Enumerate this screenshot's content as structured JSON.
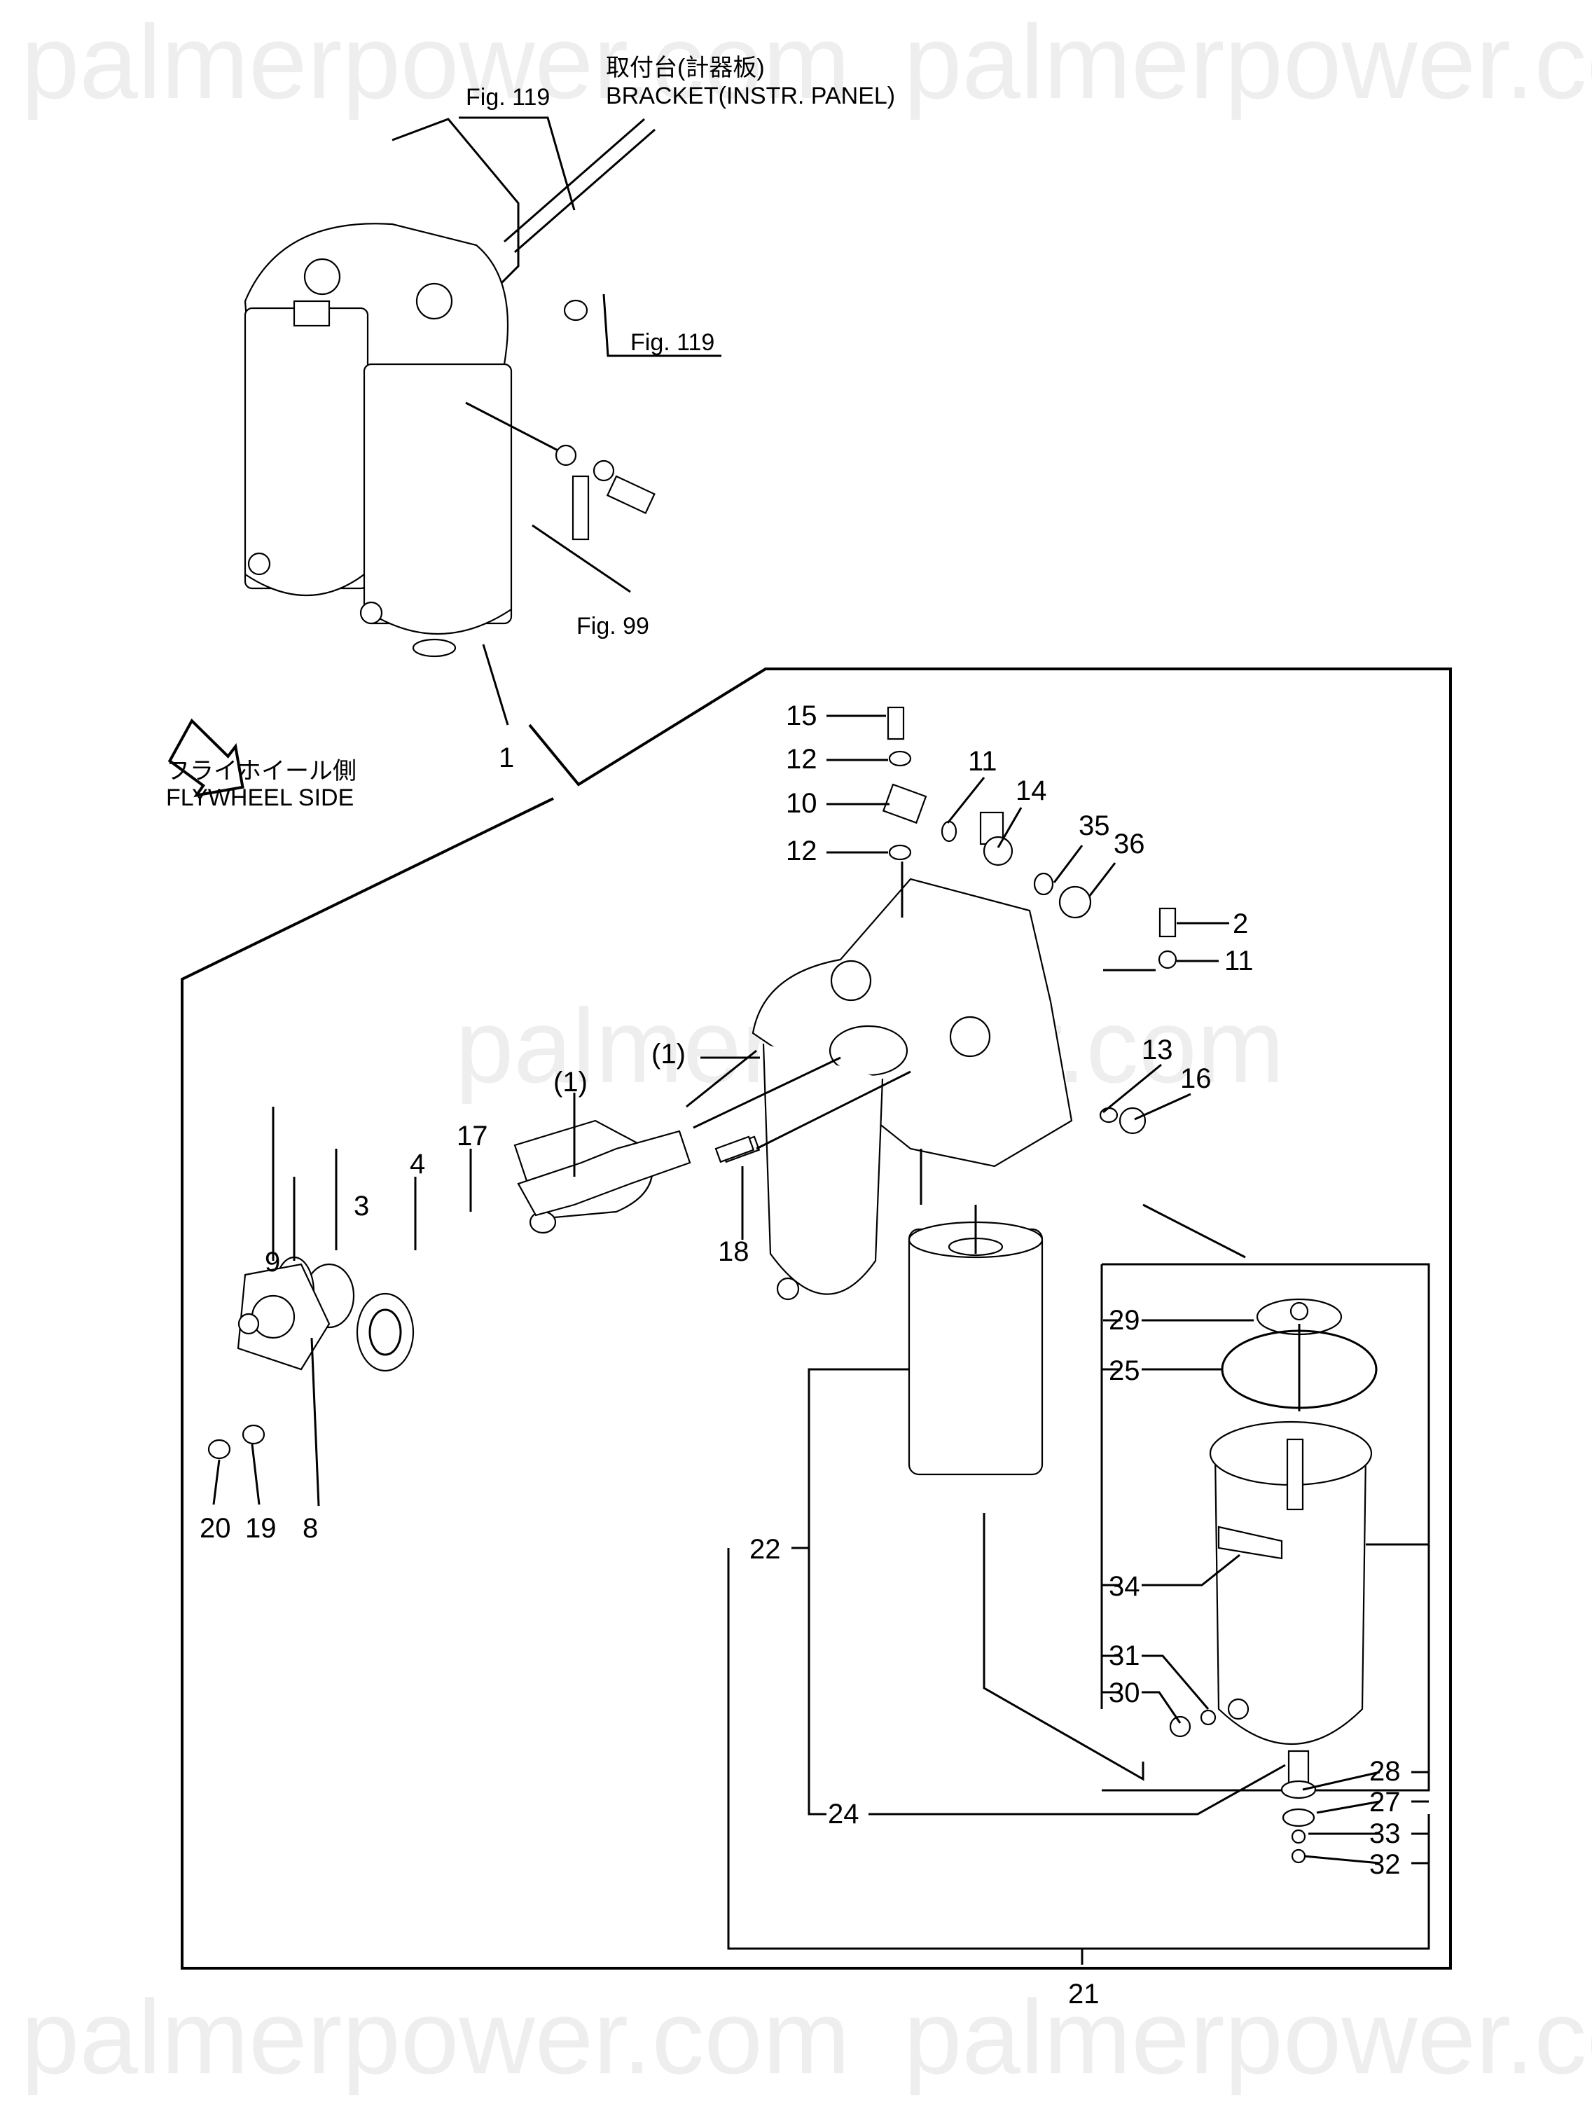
{
  "watermark": "palmerpower.com",
  "references": {
    "fig119_top": "Fig. 119",
    "fig119_right": "Fig. 119",
    "fig99": "Fig. 99",
    "bracket_jp": "取付台(計器板)",
    "bracket_en": "BRACKET(INSTR. PANEL)"
  },
  "flywheel": {
    "jp": "フライホイール側",
    "en": "FLYWHEEL SIDE"
  },
  "assembly_label": "1",
  "parts": {
    "p15": "15",
    "p12a": "12",
    "p10": "10",
    "p12b": "12",
    "p11a": "11",
    "p14": "14",
    "p35": "35",
    "p36": "36",
    "p2": "2",
    "p11b": "11",
    "p13": "13",
    "p16": "16",
    "p1a": "(1)",
    "p1b": "(1)",
    "p17": "17",
    "p4": "4",
    "p3": "3",
    "p9": "9",
    "p18": "18",
    "p20": "20",
    "p19": "19",
    "p8": "8",
    "p29": "29",
    "p25": "25",
    "p34": "34",
    "p31": "31",
    "p30": "30",
    "p22": "22",
    "p24": "24",
    "p28": "28",
    "p27": "27",
    "p33": "33",
    "p32": "32",
    "p21": "21"
  }
}
